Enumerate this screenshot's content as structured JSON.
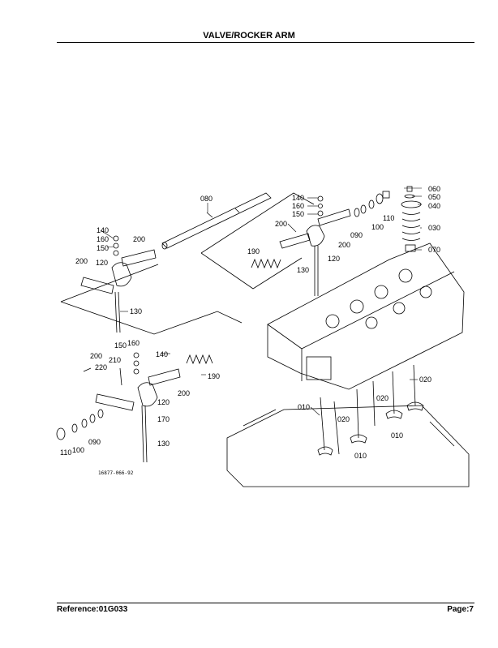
{
  "header": {
    "title": "VALVE/ROCKER ARM"
  },
  "footer": {
    "reference": "Reference:01G033",
    "page": "Page:7"
  },
  "diagram": {
    "drawing_code": "16877-066-92",
    "callouts": {
      "c080": "080",
      "c140a": "140",
      "c160a": "160",
      "c150a": "150",
      "c200a": "200",
      "c200b": "200",
      "c120a": "120",
      "c130a": "130",
      "c140b": "140",
      "c160b": "160",
      "c150b": "150",
      "c200c": "200",
      "c190a": "190",
      "c130b": "130",
      "c120b": "120",
      "c200d": "200",
      "c090a": "090",
      "c100a": "100",
      "c110a": "110",
      "c060": "060",
      "c050": "050",
      "c040": "040",
      "c030": "030",
      "c070": "070",
      "c200e": "200",
      "c210": "210",
      "c220": "220",
      "c150c": "150",
      "c160c": "160",
      "c140c": "140",
      "c190b": "190",
      "c120c": "120",
      "c200f": "200",
      "c170": "170",
      "c130c": "130",
      "c110b": "110",
      "c100b": "100",
      "c090b": "090",
      "c020a": "020",
      "c020b": "020",
      "c020c": "020",
      "c010a": "010",
      "c010b": "010",
      "c010c": "010"
    }
  }
}
